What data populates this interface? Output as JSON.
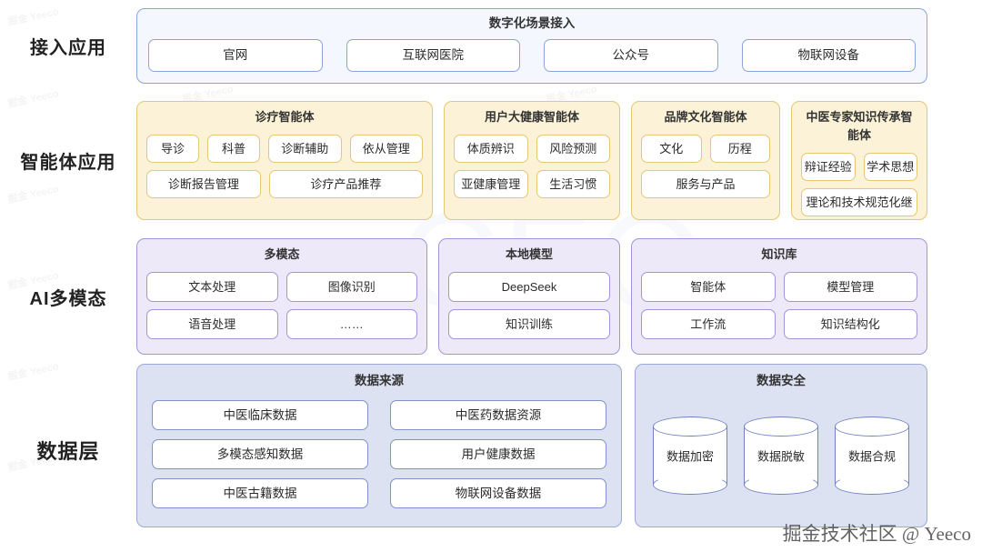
{
  "watermark": {
    "corner": "掘金技术社区 @ Yeeco",
    "tile": "掘金 Yeeco",
    "ghost": "CEO"
  },
  "rows": [
    {
      "label": "接入应用",
      "panels": [
        {
          "title": "数字化场景接入",
          "groups": [
            [
              "官网",
              "互联网医院",
              "公众号",
              "物联网设备"
            ]
          ]
        }
      ]
    },
    {
      "label": "智能体应用",
      "panels": [
        {
          "title": "诊疗智能体",
          "groups": [
            [
              "导诊",
              "科普",
              "诊断辅助",
              "依从管理"
            ],
            [
              "诊断报告管理",
              "诊疗产品推荐"
            ]
          ]
        },
        {
          "title": "用户大健康智能体",
          "groups": [
            [
              "体质辨识",
              "风险预测"
            ],
            [
              "亚健康管理",
              "生活习惯"
            ]
          ]
        },
        {
          "title": "品牌文化智能体",
          "groups": [
            [
              "文化",
              "历程"
            ],
            [
              "服务与产品"
            ]
          ]
        },
        {
          "title": "中医专家知识传承智能体",
          "groups": [
            [
              "辩证经验",
              "学术思想"
            ],
            [
              "理论和技术规范化继"
            ]
          ]
        }
      ]
    },
    {
      "label": "AI多模态",
      "panels": [
        {
          "title": "多模态",
          "groups": [
            [
              "文本处理",
              "图像识别"
            ],
            [
              "语音处理",
              "……"
            ]
          ]
        },
        {
          "title": "本地模型",
          "groups": [
            [
              "DeepSeek"
            ],
            [
              "知识训练"
            ]
          ]
        },
        {
          "title": "知识库",
          "groups": [
            [
              "智能体",
              "模型管理"
            ],
            [
              "工作流",
              "知识结构化"
            ]
          ]
        }
      ]
    },
    {
      "label": "数据层",
      "panels": [
        {
          "title": "数据来源",
          "groups": [
            [
              "中医临床数据",
              "中医药数据资源"
            ],
            [
              "多模态感知数据",
              "用户健康数据"
            ],
            [
              "中医古籍数据",
              "物联网设备数据"
            ]
          ]
        },
        {
          "title": "数据安全",
          "cylinders": [
            "数据加密",
            "数据脱敏",
            "数据合规"
          ]
        }
      ]
    }
  ],
  "colors": {
    "access": "#8ba5d9",
    "agent": "#e4c873",
    "ai": "#a593d8",
    "data": "#9aa9d6"
  }
}
